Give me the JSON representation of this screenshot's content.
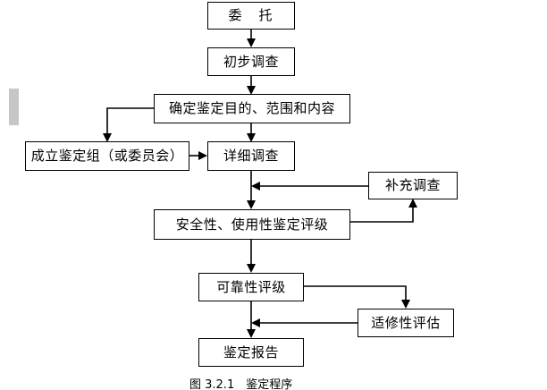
{
  "figure": {
    "caption": "图 3.2.1　鉴定程序",
    "title": "鉴定程序",
    "number": "图 3.2.1",
    "type": "flowchart",
    "background_color": "#ffffff",
    "line_color": "#000000",
    "text_color": "#000000"
  },
  "nodes": [
    {
      "id": "entrust",
      "label": "委　托"
    },
    {
      "id": "preliminary",
      "label": "初步调查"
    },
    {
      "id": "scope",
      "label": "确定鉴定目的、范围和内容"
    },
    {
      "id": "group",
      "label": "成立鉴定组（或委员会）"
    },
    {
      "id": "detailed",
      "label": "详细调查"
    },
    {
      "id": "supplementary",
      "label": "补充调查"
    },
    {
      "id": "safety_rating",
      "label": "安全性、使用性鉴定评级"
    },
    {
      "id": "reliability",
      "label": "可靠性评级"
    },
    {
      "id": "repairability",
      "label": "适修性评估"
    },
    {
      "id": "report",
      "label": "鉴定报告"
    }
  ],
  "edges": [
    {
      "from": "entrust",
      "to": "preliminary",
      "style": "straight-down"
    },
    {
      "from": "preliminary",
      "to": "scope",
      "style": "straight-down"
    },
    {
      "from": "scope",
      "to": "group",
      "style": "left-then-down"
    },
    {
      "from": "scope",
      "to": "detailed",
      "style": "straight-down"
    },
    {
      "from": "group",
      "to": "detailed",
      "style": "right-arrow"
    },
    {
      "from": "detailed",
      "to": "safety_rating",
      "style": "straight-down"
    },
    {
      "from": "safety_rating",
      "to": "supplementary",
      "style": "right-then-up"
    },
    {
      "from": "supplementary",
      "to": "detailed",
      "style": "left-feedback"
    },
    {
      "from": "safety_rating",
      "to": "reliability",
      "style": "straight-down"
    },
    {
      "from": "reliability",
      "to": "repairability",
      "style": "right-then-down"
    },
    {
      "from": "repairability",
      "to": "report",
      "style": "left-then-down"
    },
    {
      "from": "reliability",
      "to": "report",
      "style": "straight-down"
    }
  ],
  "artifact": {
    "name": "page-margin-mark",
    "color": "#c6c6c6"
  }
}
